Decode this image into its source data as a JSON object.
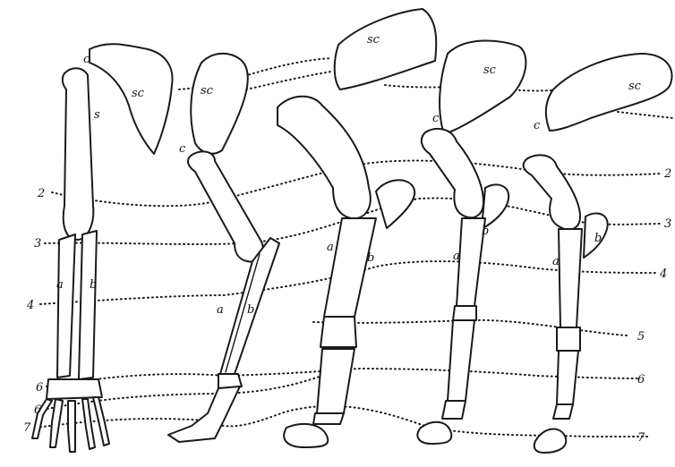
{
  "number_labels": {
    "left": [
      "2",
      "3",
      "4",
      "6",
      "6",
      "7"
    ],
    "right": [
      "2",
      "3",
      "4",
      "5",
      "6",
      "7"
    ]
  },
  "limbs": [
    {
      "id": "human",
      "labels": {
        "c": "c",
        "sc": "sc",
        "s": "s",
        "a": "a",
        "b": "b"
      }
    },
    {
      "id": "second",
      "labels": {
        "sc": "sc",
        "c": "c",
        "a": "a",
        "b": "b"
      }
    },
    {
      "id": "third",
      "labels": {
        "sc": "sc",
        "a": "a",
        "b": "b"
      }
    },
    {
      "id": "fourth",
      "labels": {
        "sc": "sc",
        "c": "c",
        "a": "a",
        "b": "b"
      }
    },
    {
      "id": "fifth",
      "labels": {
        "sc": "sc",
        "c": "c",
        "a": "a",
        "b": "b"
      }
    }
  ]
}
